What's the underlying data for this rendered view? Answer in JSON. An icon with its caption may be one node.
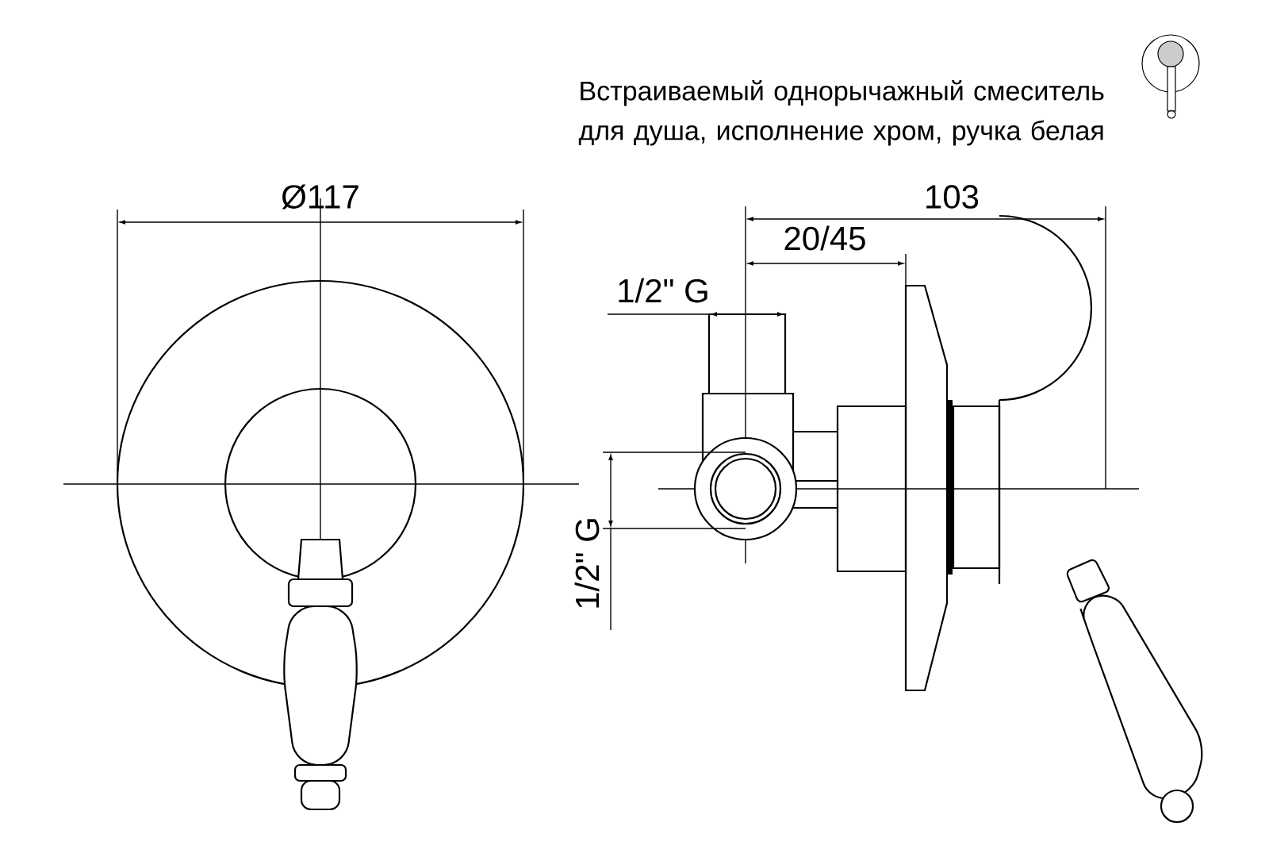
{
  "diagram": {
    "title": "Встраиваемый однорычажный смеситель для душа, исполнение хром, ручка белая",
    "labels": [
      "Ø117",
      "103",
      "20/45",
      "1/2\" G",
      "1/2\" G"
    ]
  }
}
